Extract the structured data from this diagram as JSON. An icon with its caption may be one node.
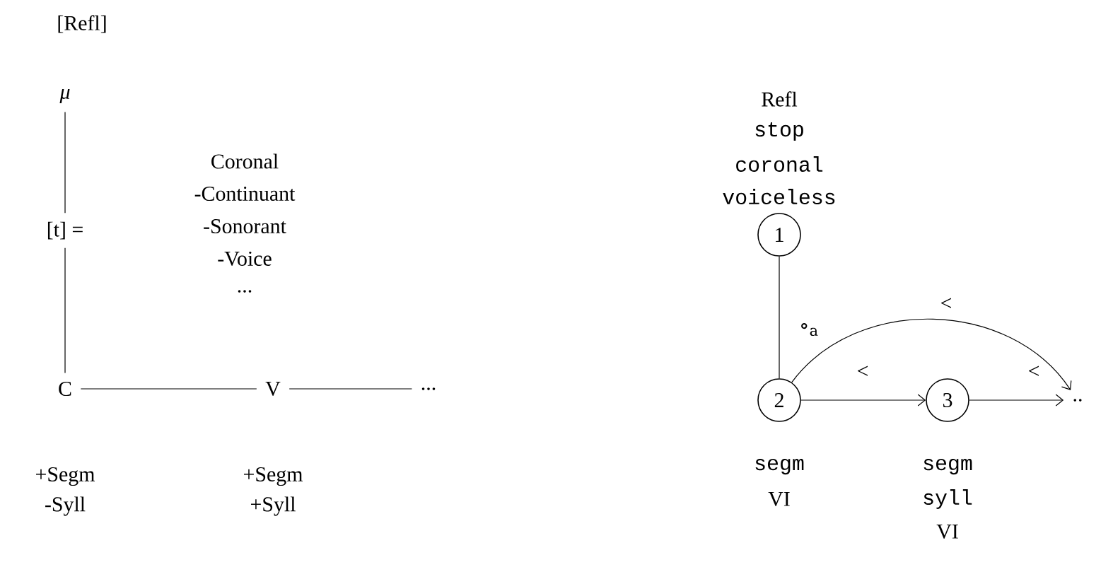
{
  "diagram": {
    "nodes": [
      {
        "text": [
          "μ"
        ]
      },
      {
        "text": [
          "[t] ="
        ],
        "beside": [
          "Coronal",
          "-Continuant",
          "-Sonorant",
          "-Voice",
          "..."
        ]
      },
      {
        "text": [
          "C"
        ],
        "beside": [
          "+Segm",
          "-Syll"
        ]
      },
      {
        "text": [
          "V"
        ],
        "beside": [
          "+Segm",
          "+Syll"
        ]
      },
      {
        "text": [
          "..."
        ]
      },
      {
        "text": [
          "1"
        ],
        "beside": [
          "Refl",
          "stop",
          "coronal",
          "voiceless"
        ]
      },
      {
        "text": [
          "2"
        ],
        "beside": [
          "segm",
          "VI"
        ]
      },
      {
        "text": [
          "3"
        ],
        "beside": [
          "segm",
          "syll",
          "VI"
        ]
      },
      {
        "text": [
          ".."
        ]
      }
    ],
    "edges": [
      {
        "from": 0,
        "to": 1,
        "arrow": "none"
      },
      {
        "from": 1,
        "to": 2,
        "arrow": "none"
      },
      {
        "from": 2,
        "to": 3,
        "arrow": "none"
      },
      {
        "from": 3,
        "to": 4,
        "arrow": "none"
      },
      {
        "from": 5,
        "to": 6,
        "arrow": "none",
        "label": "∘$_{a}$"
      },
      {
        "from": 6,
        "to": 7,
        "arrow": "to",
        "label": "<"
      },
      {
        "from": 7,
        "to": 8,
        "arrow": "to",
        "label": "<"
      },
      {
        "from": 6,
        "to": 8,
        "arrow": "to",
        "label": "<"
      }
    ],
    "labels": [
      "[Refl]"
    ]
  }
}
